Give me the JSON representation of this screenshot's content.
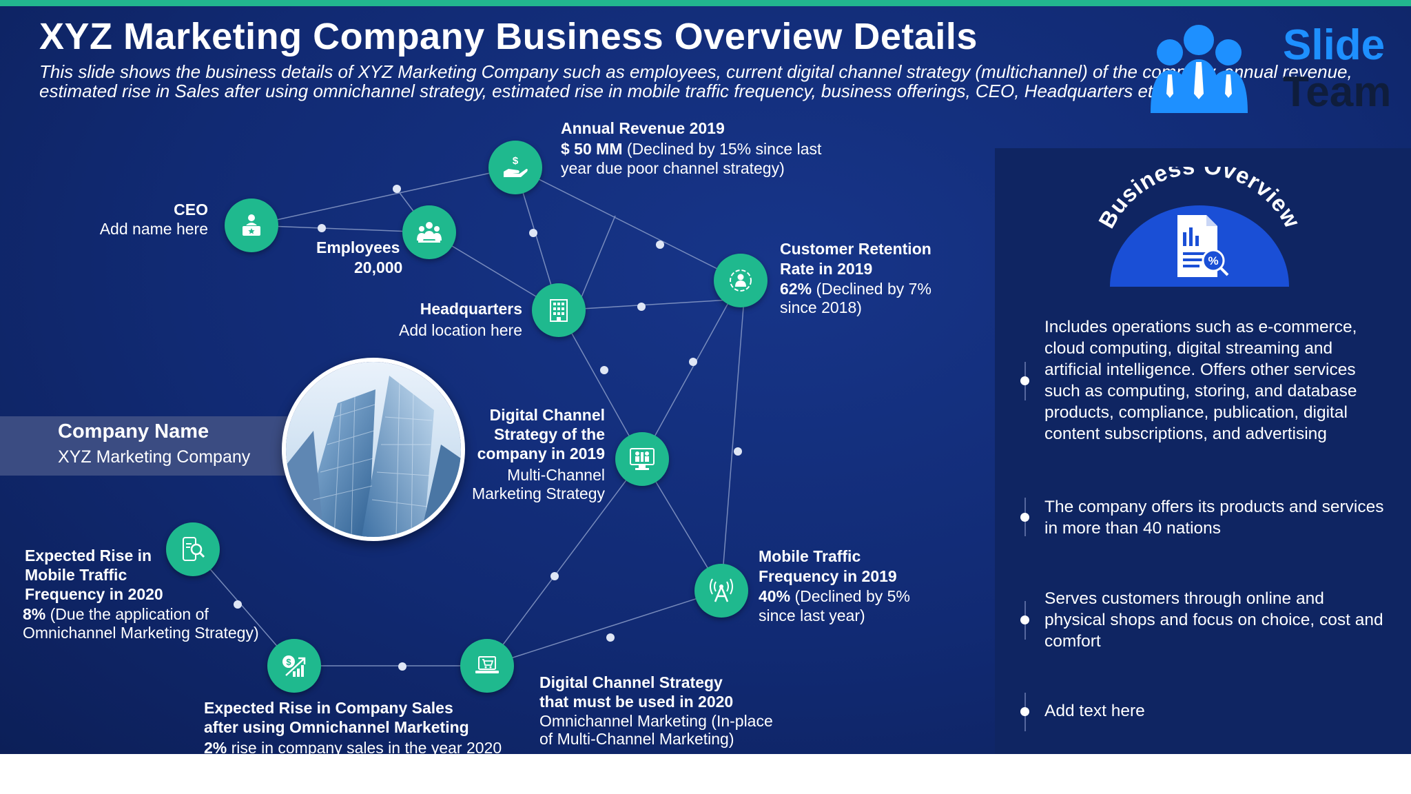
{
  "header": {
    "title": "XYZ Marketing Company Business Overview Details",
    "subtitle": "This slide shows the business details of XYZ Marketing Company such as employees, current digital channel strategy (multichannel) of the company, annual revenue, estimated rise in Sales after using omnichannel strategy, estimated rise in mobile traffic frequency, business offerings, CEO, Headquarters etc."
  },
  "logo": {
    "word1": "Slide",
    "word2": "Team"
  },
  "colors": {
    "background": "#112a73",
    "accent_green": "#1fb98e",
    "top_bar": "#22b68e",
    "panel": "#0f2562",
    "logo_blue": "#1e90ff"
  },
  "nodes": {
    "ceo": {
      "icon": "id-card-icon",
      "title": "CEO",
      "text": "Add name here"
    },
    "employees": {
      "icon": "team-icon",
      "title": "Employees",
      "value": "20,000"
    },
    "annual_revenue": {
      "icon": "hand-dollar-icon",
      "title": "Annual Revenue 2019",
      "value": "$ 50 MM",
      "line1": "(Declined by 15% since last",
      "line2": "year due poor channel strategy)"
    },
    "headquarters": {
      "icon": "building-icon",
      "title": "Headquarters",
      "text": "Add location here"
    },
    "customer_retention": {
      "icon": "customer-cycle-icon",
      "title1": "Customer Retention",
      "title2": "Rate in 2019",
      "value": "62%",
      "line1": "(Declined by 7%",
      "line2": "since 2018)"
    },
    "digital_2019": {
      "icon": "monitor-people-icon",
      "title1": "Digital Channel",
      "title2": "Strategy of the",
      "title3": "company in 2019",
      "line1": "Multi-Channel",
      "line2": "Marketing Strategy"
    },
    "mobile_traffic": {
      "icon": "signal-tower-icon",
      "title1": "Mobile Traffic",
      "title2": "Frequency in 2019",
      "value": "40%",
      "line1": "(Declined by 5%",
      "line2": "since last year)"
    },
    "mobile_rise": {
      "icon": "mobile-search-icon",
      "title1": "Expected Rise in",
      "title2": "Mobile Traffic",
      "title3": "Frequency in 2020",
      "value": "8%",
      "line1": "(Due the application of",
      "line2": "Omnichannel Marketing Strategy)"
    },
    "sales_rise": {
      "icon": "money-growth-icon",
      "title1": "Expected Rise in Company Sales",
      "title2": "after using Omnichannel Marketing",
      "value": "2%",
      "line1": "rise in company sales in the year 2020"
    },
    "digital_2020": {
      "icon": "laptop-cart-icon",
      "title1": "Digital Channel Strategy",
      "title2": "that must be used in 2020",
      "line1": "Omnichannel Marketing (In-place",
      "line2": "of Multi-Channel Marketing)"
    }
  },
  "company": {
    "label": "Company Name",
    "value": "XYZ Marketing Company"
  },
  "overview": {
    "heading": "Business Overview",
    "icon": "report-percent-icon",
    "bullets": [
      "Includes operations such as e-commerce, cloud computing, digital streaming and artificial intelligence. Offers other services such as computing, storing, and database products, compliance, publication, digital content subscriptions, and advertising",
      "The company offers its products and services in more than 40 nations",
      "Serves customers through online and physical shops and focus on choice, cost and comfort",
      "Add text here"
    ]
  }
}
